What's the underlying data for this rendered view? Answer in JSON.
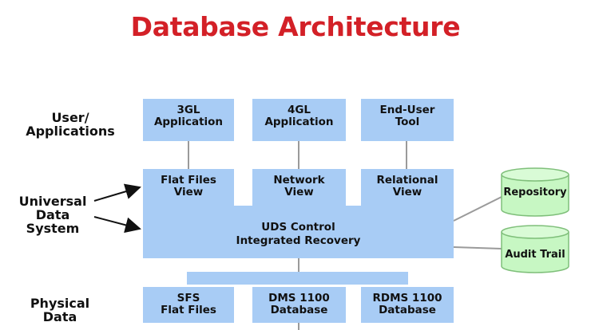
{
  "title": "Database Architecture",
  "labels": {
    "user_applications": "User/ Applications",
    "universal_data_system": "Universal\nData System",
    "physical_data": "Physical\nData"
  },
  "applications": [
    {
      "text": "3GL\nApplication"
    },
    {
      "text": "4GL\nApplication"
    },
    {
      "text": "End-User\nTool"
    }
  ],
  "views": [
    {
      "text": "Flat Files\nView"
    },
    {
      "text": "Network\nView"
    },
    {
      "text": "Relational\nView"
    }
  ],
  "uds": {
    "line1": "UDS Control",
    "line2": "Integrated Recovery"
  },
  "stores": [
    {
      "text": "Repository"
    },
    {
      "text": "Audit Trail"
    }
  ],
  "physical": [
    {
      "text": "SFS\nFlat Files"
    },
    {
      "text": "DMS 1100\nDatabase"
    },
    {
      "text": "RDMS 1100\nDatabase"
    }
  ],
  "colors": {
    "title": "#d32027",
    "box_fill": "#a8ccf5",
    "cylinder_fill": "#c7f7c3",
    "cylinder_stroke": "#7fbf7a",
    "connector": "#9a9a9a"
  }
}
